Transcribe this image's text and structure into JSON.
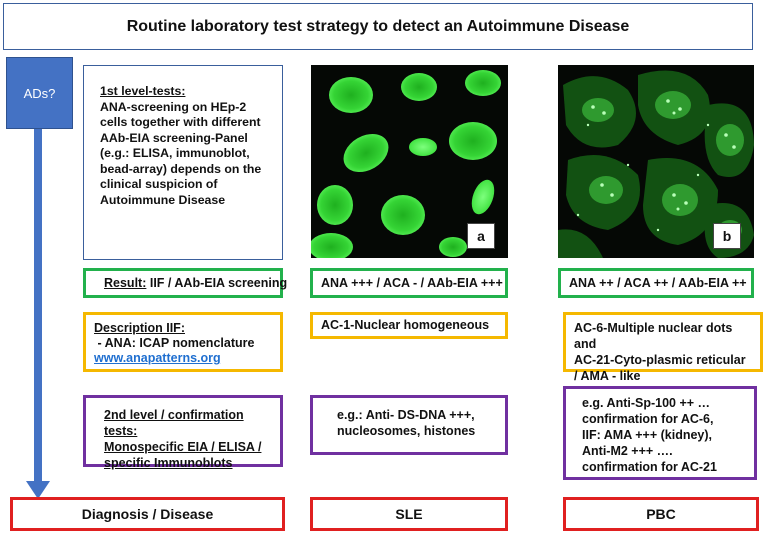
{
  "title": "Routine laboratory test strategy to detect an Autoimmune Disease",
  "start_label": "ADs?",
  "first_level": {
    "heading": "1st level-tests:",
    "body": "ANA-screening on HEp-2 cells together with different AAb-EIA screening-Panel (e.g.: ELISA, immunoblot, bead-array) depends on the clinical suspicion of Autoimmune Disease"
  },
  "panels": {
    "a": "a",
    "b": "b"
  },
  "result": {
    "label": "Result:",
    "text": " IIF / AAb-EIA screening",
    "a": "ANA +++ / ACA - / AAb-EIA +++",
    "b": "ANA ++ / ACA ++ / AAb-EIA ++"
  },
  "description": {
    "label": "Description IIF:",
    "line2": " - ANA: ICAP nomenclature",
    "link": "www.anapatterns.org",
    "a": "AC-1-Nuclear homogeneous",
    "b_lines": [
      "AC-6-Multiple nuclear dots and",
      "AC-21-Cyto-plasmic reticular",
      "/ AMA - like"
    ]
  },
  "second_level": {
    "lines": [
      "2nd level / confirmation tests:",
      "Monospecific EIA / ELISA /",
      "specific Immunoblots"
    ],
    "a_lines": [
      "e.g.: Anti- DS-DNA +++,",
      "nucleosomes, histones"
    ],
    "b_lines": [
      "e.g. Anti-Sp-100 ++ …",
      "confirmation for AC-6,",
      "IIF: AMA +++ (kidney),",
      "Anti-M2 +++ ….",
      "confirmation for AC-21"
    ]
  },
  "diagnosis": {
    "label": "Diagnosis / Disease",
    "a": "SLE",
    "b": "PBC"
  },
  "colors": {
    "blue": "#4472c4",
    "green": "#22b14c",
    "orange": "#f5b800",
    "purple": "#7030a0",
    "red": "#e02020",
    "fluorescence": "#39e639"
  }
}
